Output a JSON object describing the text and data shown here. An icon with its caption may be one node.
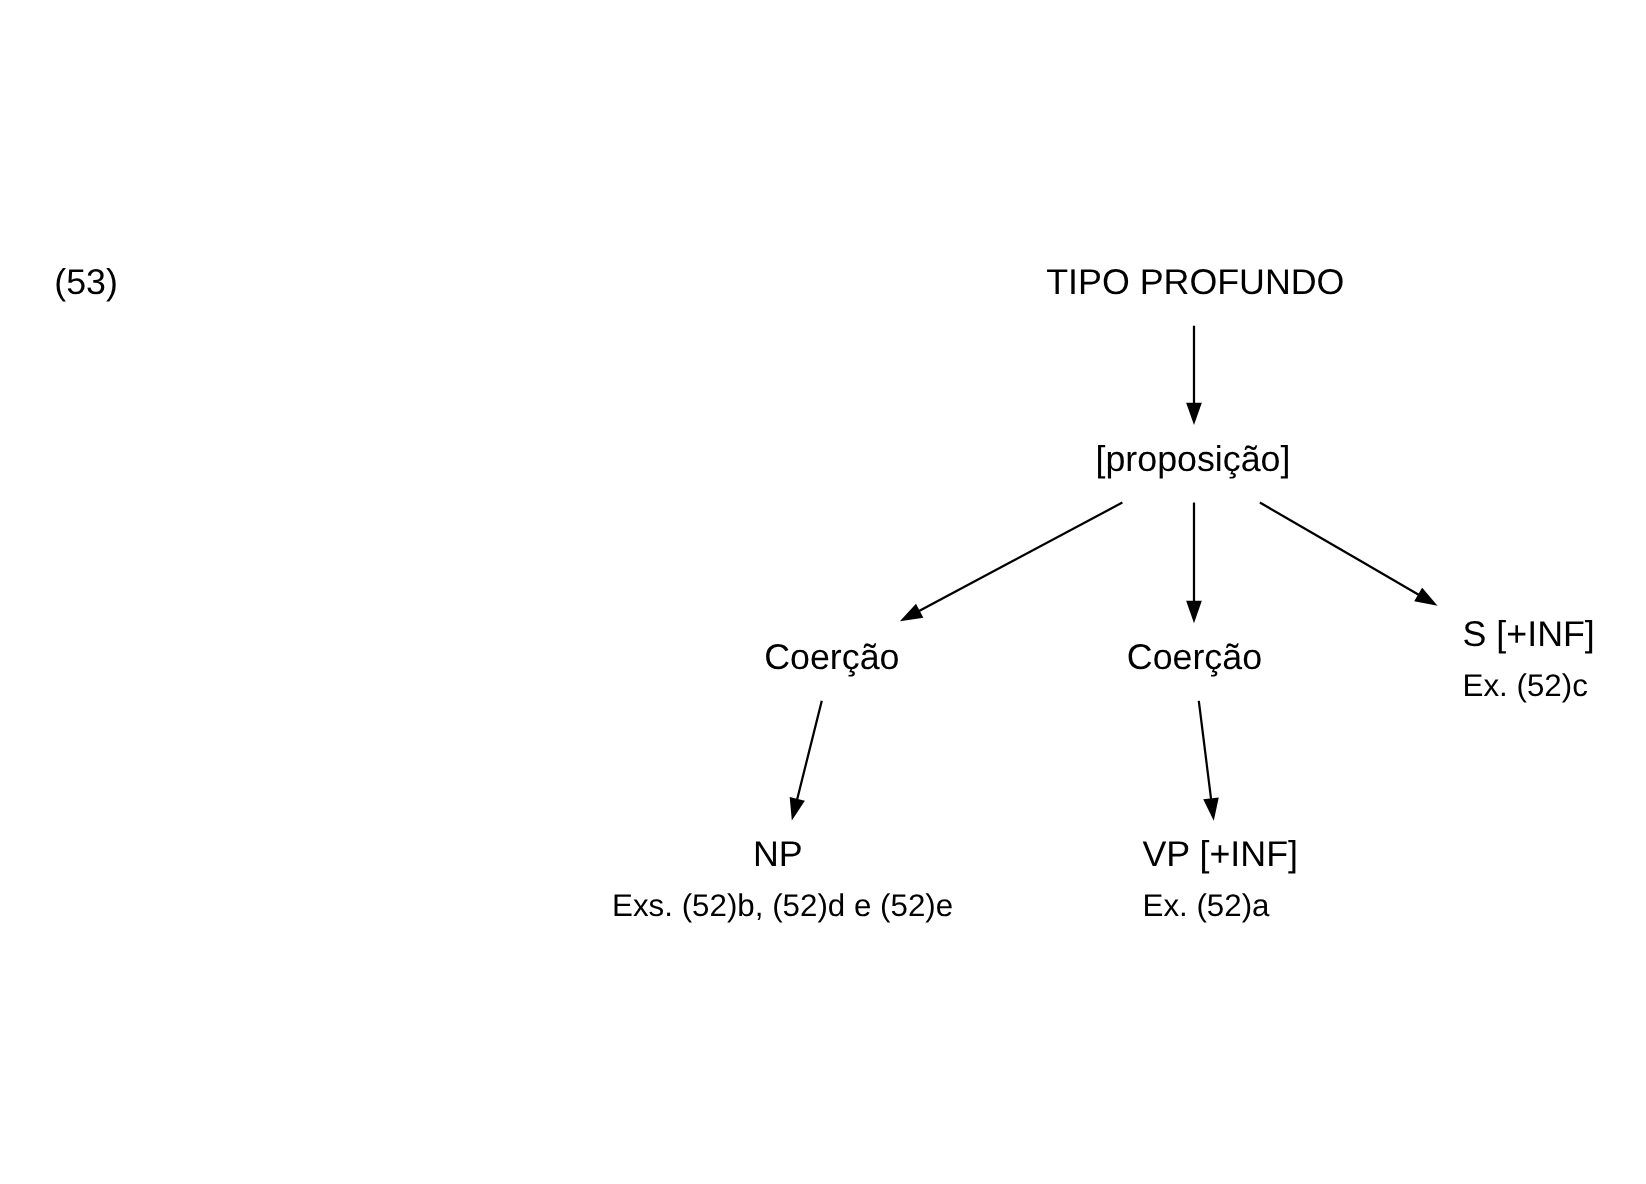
{
  "diagram": {
    "nodes": [
      {
        "text": [
          "TIPO PROFUNDO"
        ]
      },
      {
        "text": [
          "[proposição]"
        ]
      },
      {
        "text": [
          "Coerção"
        ]
      },
      {
        "text": [
          "Coerção"
        ]
      },
      {
        "text": [
          "NP"
        ],
        "beside": [
          "Exs. (52)b, (52)d e (52)e"
        ]
      },
      {
        "text": [
          "S [+INF]"
        ],
        "beside": [
          "Ex. (52)c"
        ]
      },
      {
        "text": [
          "VP [+INF]"
        ],
        "beside": [
          "Ex. (52)a"
        ]
      }
    ],
    "edges": [
      {
        "from": 0,
        "to": 1,
        "arrow": "to"
      },
      {
        "from": 1,
        "to": 2,
        "arrow": "to"
      },
      {
        "from": 1,
        "to": 5,
        "arrow": "to"
      },
      {
        "from": 1,
        "to": 3,
        "arrow": "to"
      },
      {
        "from": 2,
        "to": 4,
        "arrow": "to"
      },
      {
        "from": 3,
        "to": 6,
        "arrow": "to"
      }
    ],
    "labels": [
      "(53)"
    ]
  }
}
